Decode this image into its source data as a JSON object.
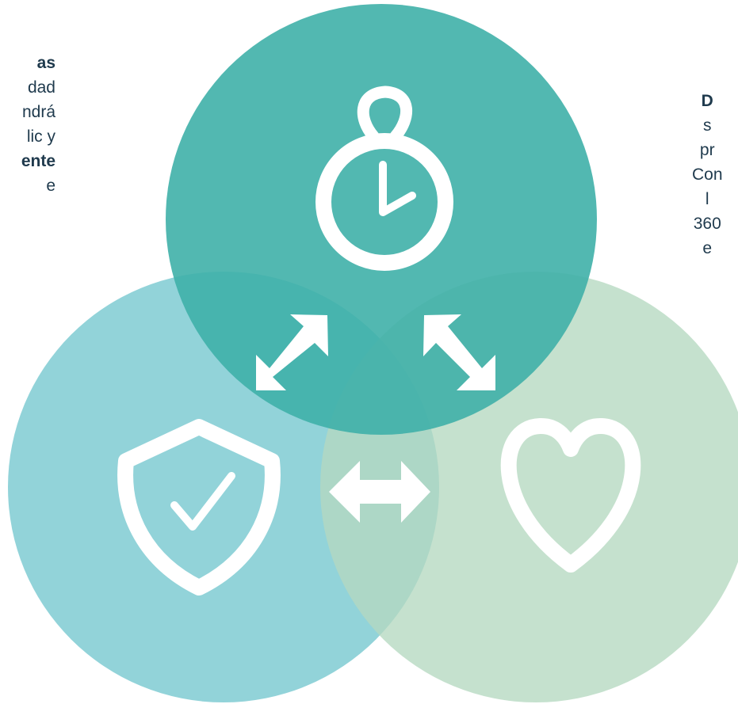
{
  "left_text": {
    "lines": [
      {
        "text": "as",
        "bold": true
      },
      {
        "text": "dad",
        "bold": false
      },
      {
        "text": "ndrá",
        "bold": false
      },
      {
        "text": "lic y",
        "bold": false
      },
      {
        "text": "ente",
        "bold": true
      },
      {
        "text": "e",
        "bold": false
      }
    ]
  },
  "right_text": {
    "lines": [
      {
        "text": "D",
        "bold": true
      },
      {
        "text": "s",
        "bold": false
      },
      {
        "text": "pr",
        "bold": false
      },
      {
        "text": "Con",
        "bold": false
      },
      {
        "text": "l",
        "bold": false
      },
      {
        "text": "360",
        "bold": false
      },
      {
        "text": "e",
        "bold": false
      }
    ]
  },
  "colors": {
    "top_circle": "#3fb0a9",
    "left_circle": "#7fcbd2",
    "right_circle": "#b5d9c0",
    "icon": "#ffffff",
    "text": "#1f3a4d"
  },
  "icons": {
    "top": "stopwatch-icon",
    "left": "shield-check-icon",
    "right": "heart-icon",
    "top_left_arrow": "diagonal-double-arrow-icon",
    "top_right_arrow": "diagonal-double-arrow-icon",
    "bottom_arrow": "horizontal-double-arrow-icon"
  }
}
